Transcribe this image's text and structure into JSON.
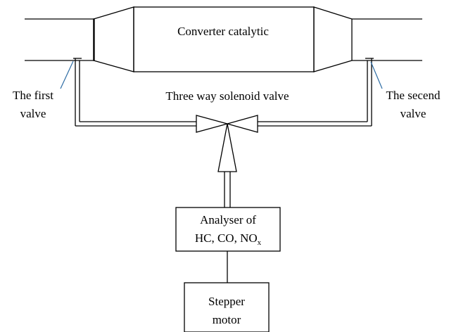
{
  "converter": {
    "label": "Converter catalytic"
  },
  "solenoid": {
    "label": "Three way solenoid valve"
  },
  "first_valve": {
    "line1": "The first",
    "line2": "valve"
  },
  "second_valve": {
    "line1": "The secend",
    "line2": "valve"
  },
  "analyser": {
    "line1": "Analyser of",
    "line2_main": "HC, CO, NO",
    "line2_sub": "x"
  },
  "stepper": {
    "line1": "Stepper",
    "line2": "motor"
  },
  "colors": {
    "line": "#000000",
    "pointer": "#2e6da4"
  }
}
